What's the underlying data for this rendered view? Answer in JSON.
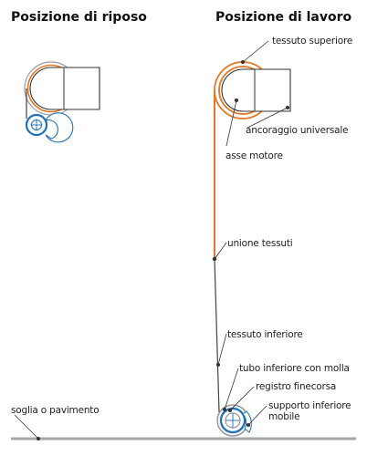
{
  "headings": {
    "rest": "Posizione di riposo",
    "work": "Posizione di lavoro"
  },
  "labels": {
    "tessuto_superiore": "tessuto superiore",
    "ancoraggio_universale": "ancoraggio universale",
    "asse_motore": "asse motore",
    "unione_tessuti": "unione tessuti",
    "tessuto_inferiore": "tessuto inferiore",
    "tubo_inferiore_con_molla": "tubo inferiore con molla",
    "registro_finecorsa": "registro finecorsa",
    "supporto_inferiore_line1": "supporto inferiore",
    "supporto_inferiore_line2": "mobile",
    "soglia_o_pavimento": "soglia o pavimento"
  },
  "colors": {
    "fabric_upper": "#e87722",
    "fabric_lower": "#444444",
    "tube_blue": "#1f6fb8",
    "roller_grey": "#8c8c8c",
    "floor": "#a6a6a6"
  }
}
